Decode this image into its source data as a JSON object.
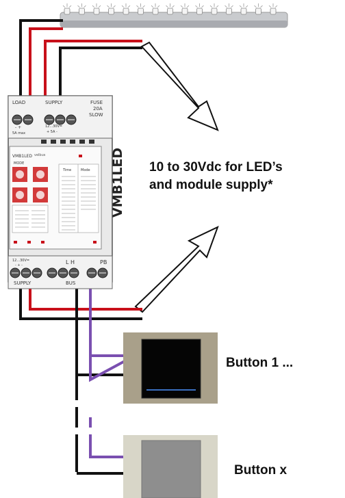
{
  "caption": {
    "line1": "10 to 30Vdc for LED’s",
    "line2": "and module supply*"
  },
  "buttons": {
    "button1_label": "Button 1 ...",
    "buttonx_label": "Button x"
  },
  "module": {
    "model_vertical": "VMB1LED",
    "top_labels": {
      "load": "LOAD",
      "supply": "SUPPLY",
      "fuse": "FUSE",
      "fuse_rating": "20A",
      "fuse_type": "SLOW"
    },
    "top_sublabels": {
      "load_polarity": "- +",
      "load_rating": "5A max",
      "supply_range": "12...30V=",
      "supply_polarity": "+ 5A -"
    },
    "bottom_labels": {
      "supply": "SUPPLY",
      "bus": "BUS",
      "bus_terminals": "L  H",
      "pb": "PB",
      "supply_range": "12...30V=",
      "polarity": "- + -"
    },
    "face": {
      "name": "VMB1LED",
      "brand": "velbus",
      "mode_header": "MODE",
      "time_header": "Time",
      "mode_col": "Mode"
    }
  },
  "colors": {
    "wire_red": "#c8101a",
    "wire_black": "#111111",
    "wire_purple": "#7a4fb0",
    "button1_frame": "#a9a08a",
    "button1_face": "#050505",
    "buttonx_frame": "#d8d6c8",
    "buttonx_face": "#8e8e8e"
  },
  "icons": [
    "led-strip-icon",
    "arrow-outline-icon",
    "screw-terminal-icon",
    "rotary-switch-icon"
  ]
}
